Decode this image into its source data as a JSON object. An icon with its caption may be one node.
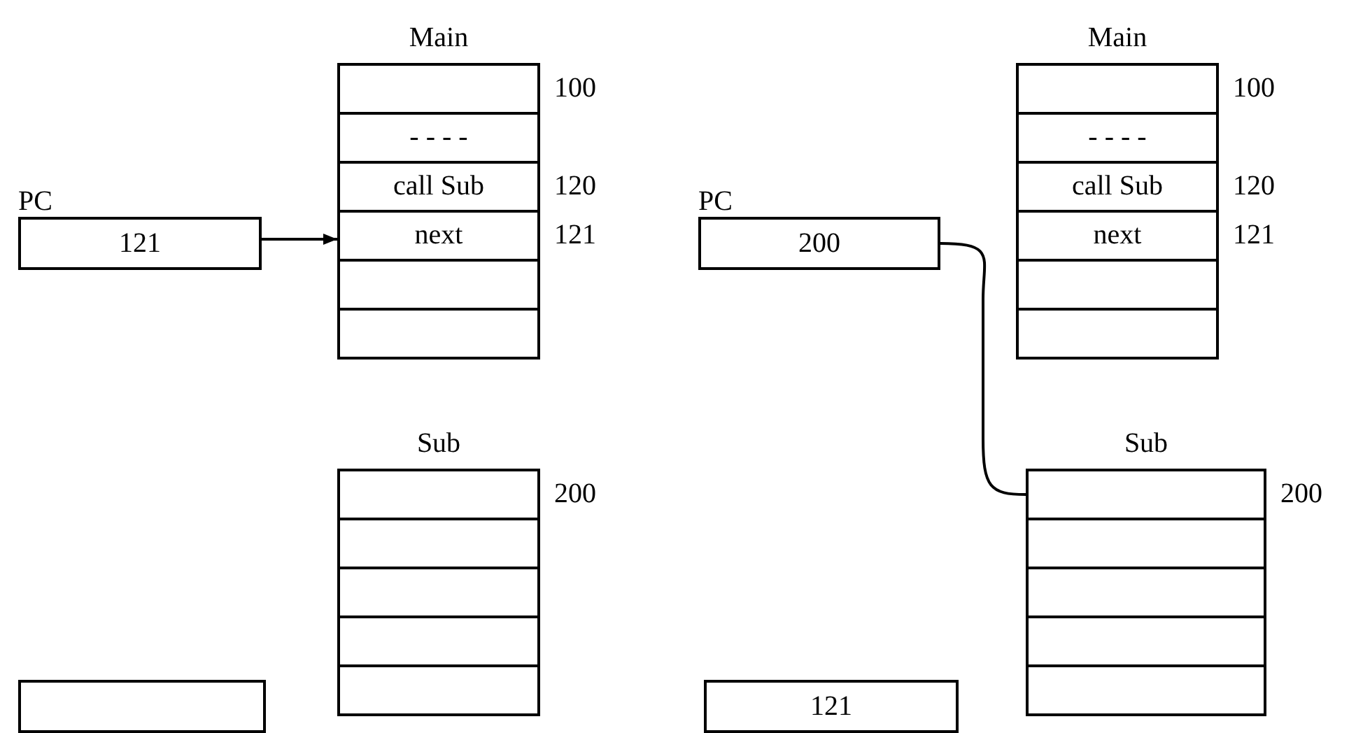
{
  "diagram": {
    "nodes": [
      {
        "text": [
          "Main"
        ]
      },
      {
        "text": [],
        "shape": "box",
        "in": 0,
        "beside": [
          "100"
        ]
      },
      {
        "text": [
          "- - - -"
        ],
        "in": 0
      },
      {
        "text": [
          "call Sub"
        ],
        "in": 0,
        "beside": [
          "120"
        ]
      },
      {
        "text": [
          "next"
        ],
        "in": 0,
        "beside": [
          "121"
        ]
      },
      {
        "text": [],
        "shape": "box",
        "in": 0
      },
      {
        "text": [],
        "shape": "box",
        "in": 0
      },
      {
        "text": [
          "PC",
          "121"
        ]
      },
      {
        "text": [
          "Sub"
        ]
      },
      {
        "text": [],
        "shape": "box",
        "in": 8,
        "beside": [
          "200"
        ]
      },
      {
        "text": [],
        "shape": "box",
        "in": 8
      },
      {
        "text": [],
        "shape": "box",
        "in": 8
      },
      {
        "text": [],
        "shape": "box",
        "in": 8
      },
      {
        "text": [],
        "shape": "box",
        "in": 8
      },
      {
        "text": [],
        "shape": "box"
      },
      {
        "text": [
          "Main"
        ]
      },
      {
        "text": [],
        "shape": "box",
        "in": 15,
        "beside": [
          "100"
        ]
      },
      {
        "text": [
          "- - - -"
        ],
        "in": 15
      },
      {
        "text": [
          "call Sub"
        ],
        "in": 15,
        "beside": [
          "120"
        ]
      },
      {
        "text": [
          "next"
        ],
        "in": 15,
        "beside": [
          "121"
        ]
      },
      {
        "text": [],
        "shape": "box",
        "in": 15
      },
      {
        "text": [],
        "shape": "box",
        "in": 15
      },
      {
        "text": [
          "PC",
          "200"
        ]
      },
      {
        "text": [
          "Sub"
        ]
      },
      {
        "text": [],
        "shape": "box",
        "in": 23,
        "beside": [
          "200"
        ]
      },
      {
        "text": [],
        "shape": "box",
        "in": 23
      },
      {
        "text": [],
        "shape": "box",
        "in": 23
      },
      {
        "text": [],
        "shape": "box",
        "in": 23
      },
      {
        "text": [],
        "shape": "box",
        "in": 23
      },
      {
        "text": [
          "121"
        ]
      }
    ],
    "edges": [
      {
        "from": 7,
        "to": 4,
        "arrow": "to"
      },
      {
        "from": 22,
        "to": 24,
        "arrow": "none"
      }
    ]
  }
}
